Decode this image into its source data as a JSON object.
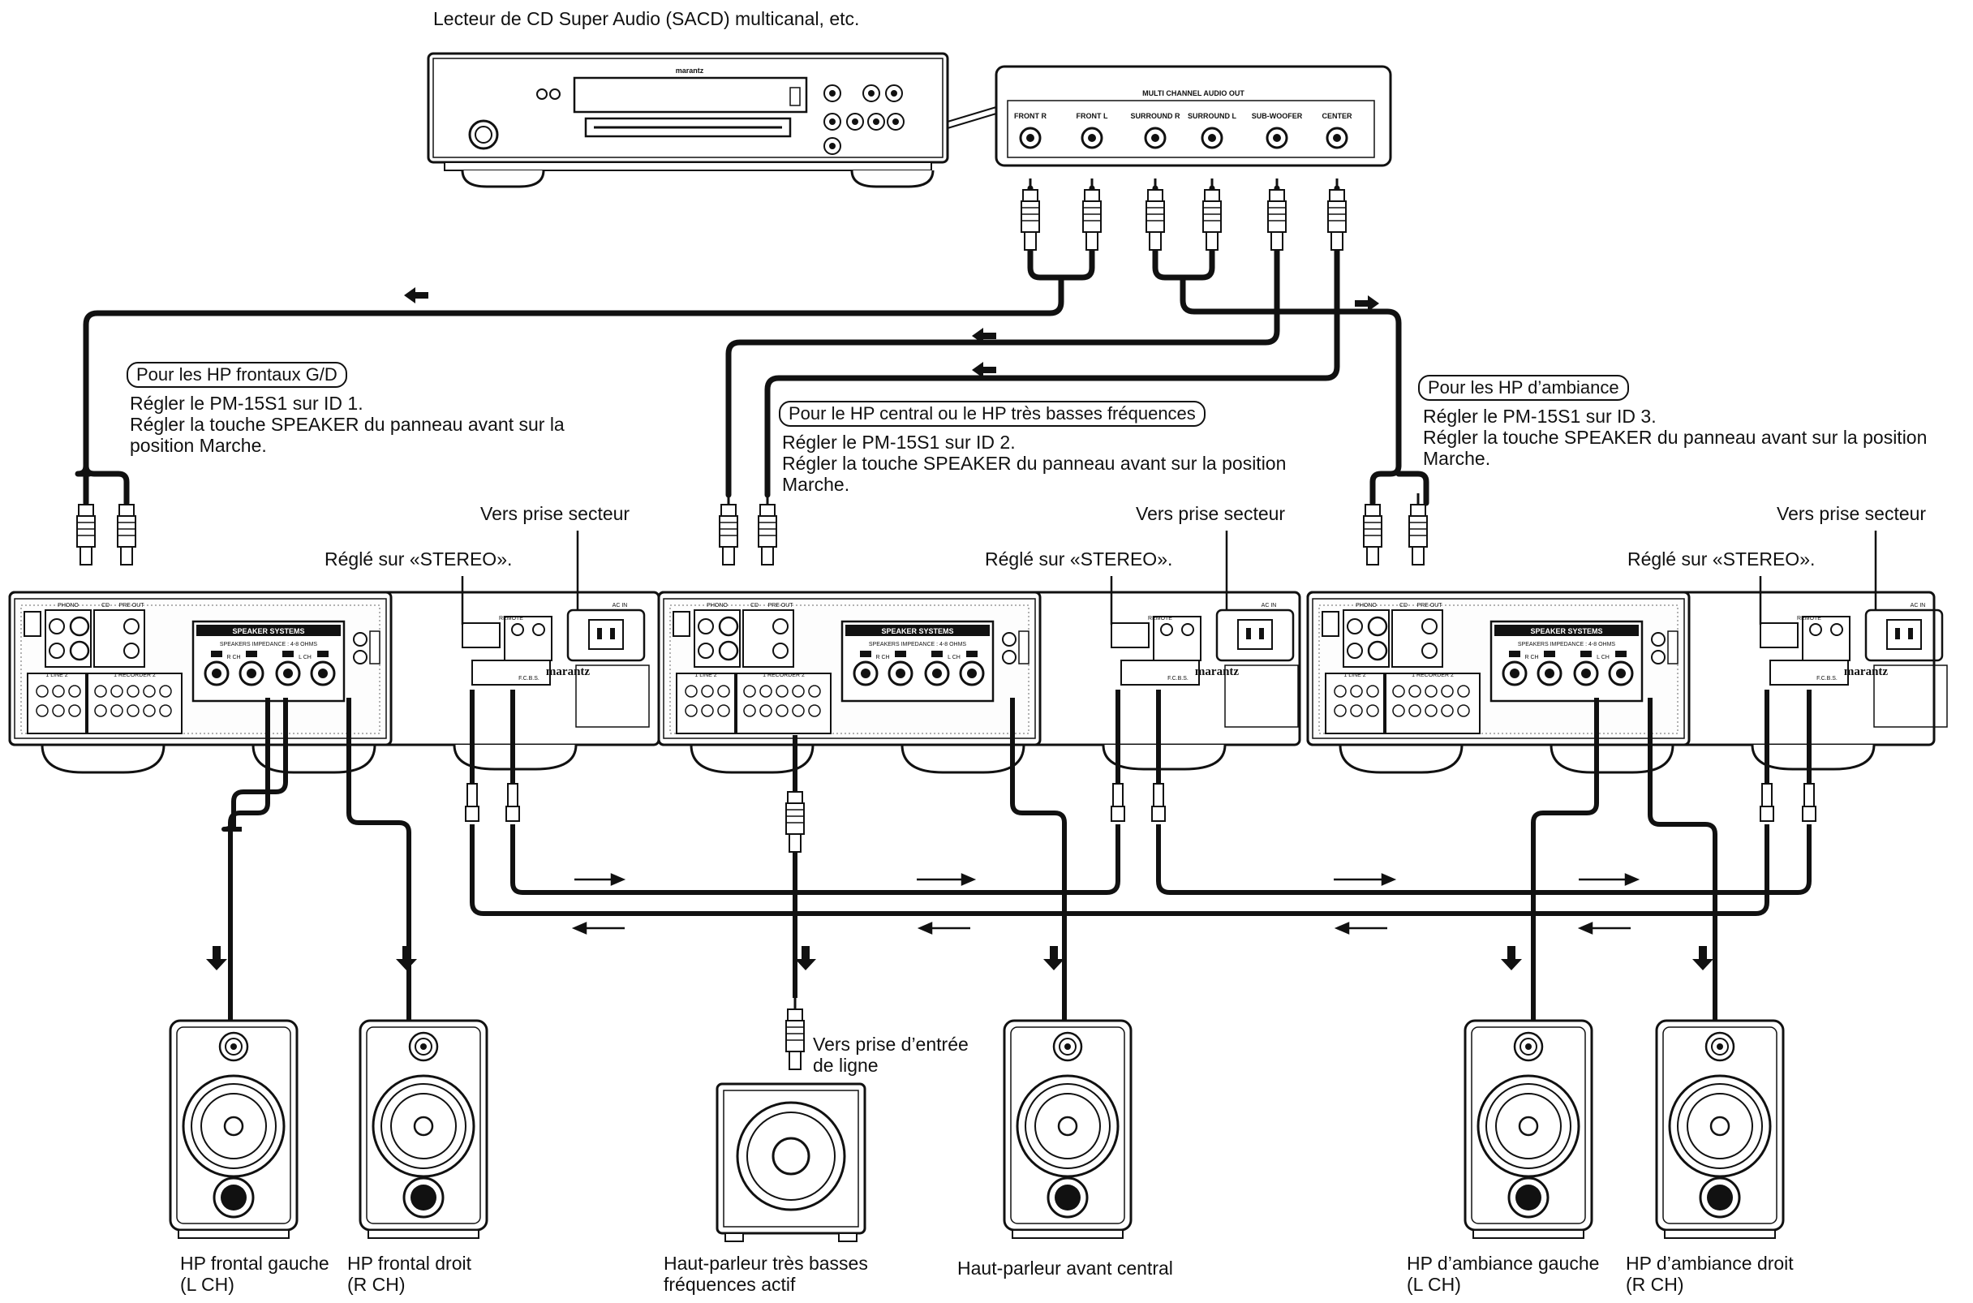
{
  "source": {
    "caption": "Lecteur de CD Super Audio (SACD) multicanal, etc.",
    "brand": "marantz",
    "out_panel_title": "MULTI CHANNEL AUDIO OUT",
    "jacks": [
      "FRONT R",
      "FRONT L",
      "SURROUND R",
      "SURROUND L",
      "SUB-WOOFER",
      "CENTER"
    ]
  },
  "amps": [
    {
      "pill": "Pour les HP frontaux G/D",
      "line1": "Régler le PM-15S1 sur ID 1.",
      "line2": "Régler la touche SPEAKER du panneau avant sur la",
      "line3": "position Marche.",
      "stereo": "Réglé sur «STEREO».",
      "mains": "Vers prise secteur"
    },
    {
      "pill": "Pour le HP central ou le HP très basses fréquences",
      "line1": "Régler le PM-15S1 sur ID 2.",
      "line2": "Régler la touche SPEAKER du panneau avant sur la position",
      "line3": "Marche.",
      "stereo": "Réglé sur «STEREO».",
      "mains": "Vers prise secteur"
    },
    {
      "pill": "Pour les HP d’ambiance",
      "line1": "Régler le PM-15S1 sur ID 3.",
      "line2": "Régler la touche SPEAKER du panneau avant sur la position",
      "line3": "Marche.",
      "stereo": "Réglé sur «STEREO».",
      "mains": "Vers prise secteur"
    }
  ],
  "amp_panel": {
    "speaker_systems": "SPEAKER SYSTEMS",
    "impedance": "SPEAKERS IMPEDANCE : 4-8 OHMS",
    "rch": "R CH",
    "lch": "L CH",
    "model": "marantz",
    "ac_in": "AC IN",
    "pre_out": "PRE OUT",
    "phono": "PHONO",
    "cd": "CD",
    "line": "1 LINE 2",
    "recorder": "1 RECORDER 2",
    "fcbs": "F.C.B.S.",
    "remote": "REMOTE"
  },
  "subwoofer_input_note": [
    "Vers prise d’entrée",
    "de ligne"
  ],
  "speakers": [
    {
      "label1": "HP frontal gauche",
      "label2": "(L CH)"
    },
    {
      "label1": "HP frontal droit",
      "label2": "(R CH)"
    },
    {
      "label1": "Haut-parleur très basses",
      "label2": "fréquences actif"
    },
    {
      "label1": "Haut-parleur avant central",
      "label2": ""
    },
    {
      "label1": "HP d’ambiance gauche",
      "label2": "(L CH)"
    },
    {
      "label1": "HP d’ambiance droit",
      "label2": "(R CH)"
    }
  ]
}
